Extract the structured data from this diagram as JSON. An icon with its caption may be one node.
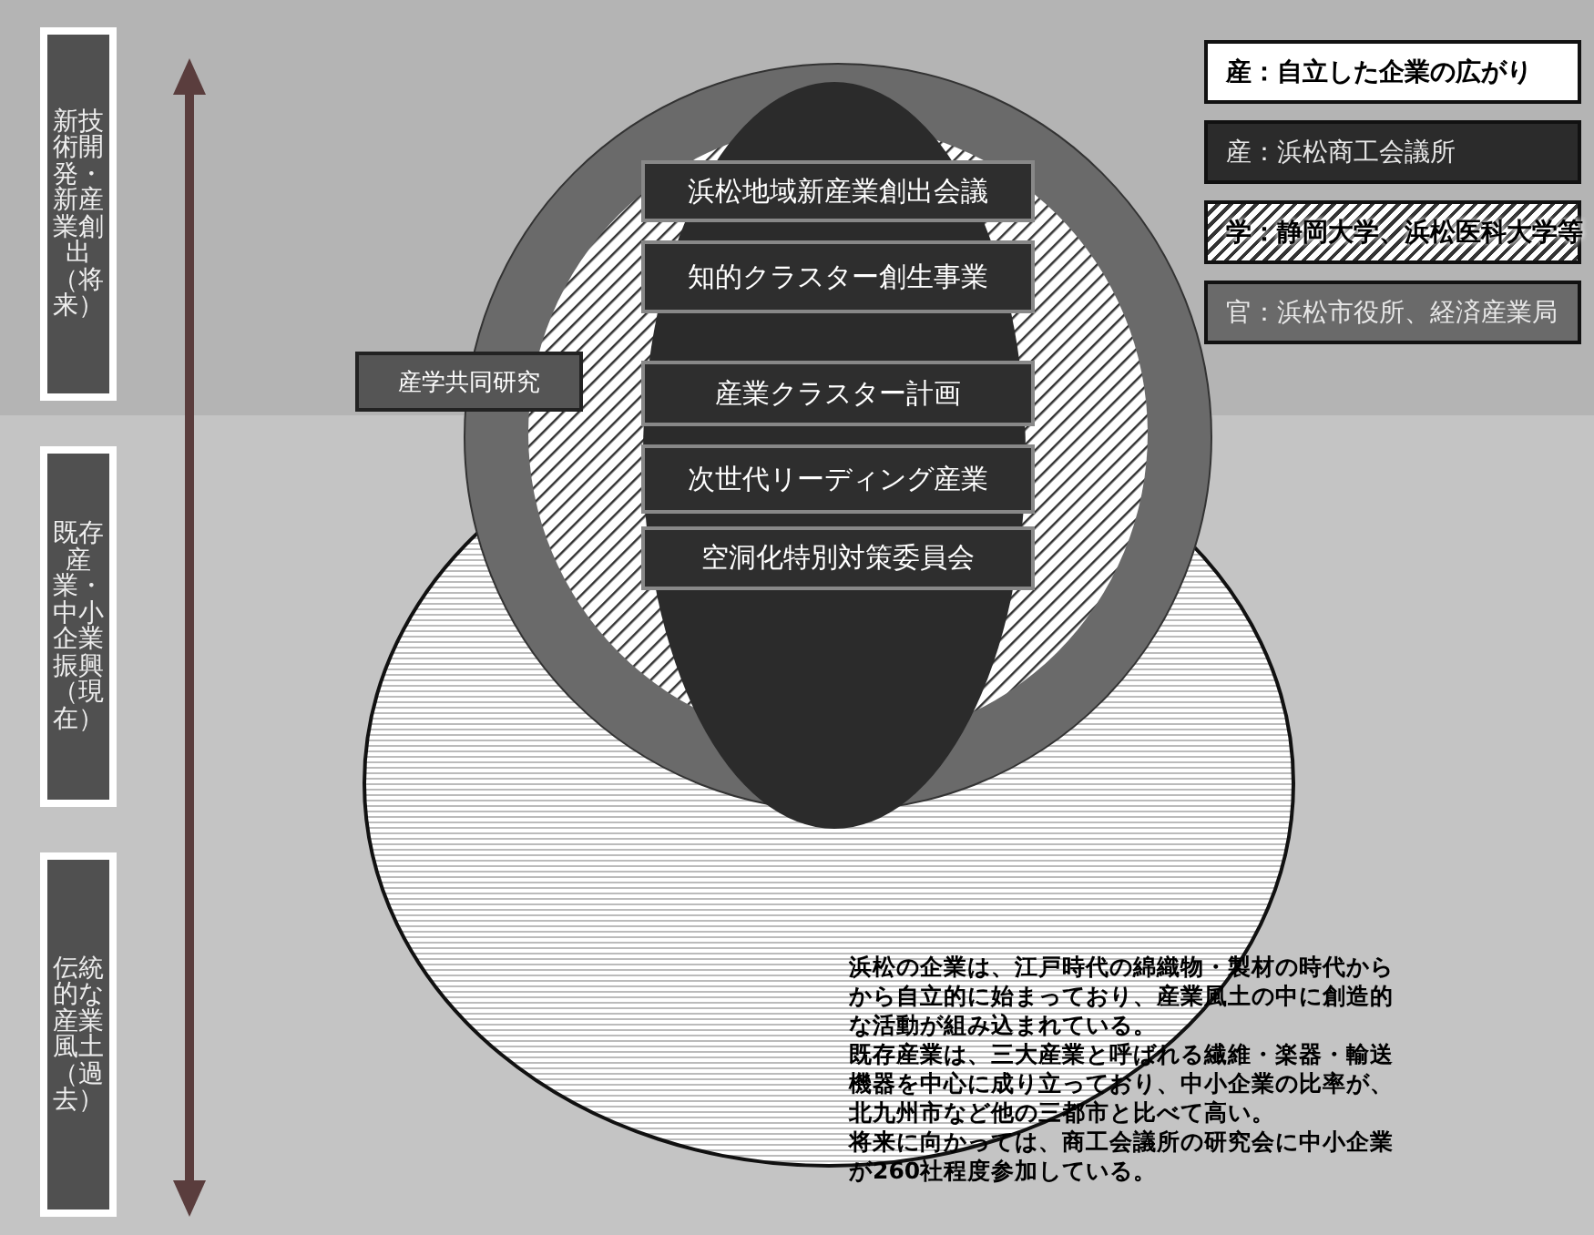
{
  "diagram": {
    "nodes": [
      {
        "text": [
          "新技術開発・新産業創出（将来）"
        ]
      },
      {
        "text": [
          "既存産業・中小企業振興（現在）"
        ]
      },
      {
        "text": [
          "伝統的な産業風土（過去）"
        ]
      },
      {
        "text": [
          "産学共同研究"
        ]
      },
      {
        "text": [
          "浜松地域新産業創出会議"
        ]
      },
      {
        "text": [
          "知的クラスター創生事業"
        ]
      },
      {
        "text": [
          "産業クラスター計画"
        ]
      },
      {
        "text": [
          "次世代リーディング産業"
        ]
      },
      {
        "text": [
          "空洞化特別対策委員会"
        ]
      }
    ],
    "labels": [
      "浜松の企業は、江戸時代の綿織物・製材の時代からから自立的に始まっており、産業風土の中に創造的な活動が組み込まれている。",
      "既存産業は、三大産業と呼ばれる繊維・楽器・輸送機器を中心に成り立っており、中小企業の比率が、北九州市など他の三都市と比べて高い。",
      "将来に向かっては、商工会議所の研究会に中小企業が260社程度参加している。"
    ],
    "legend": [
      {
        "text": "産：自立した企業の広がり",
        "color": "#ffffff"
      },
      {
        "text": "産：浜松商工会議所",
        "color": "#2b2b2b"
      },
      {
        "text": "学：静岡大学、浜松医科大学等"
      },
      {
        "text": "官：浜松市役所、経済産業局",
        "color": "#6a6a6a"
      }
    ]
  }
}
